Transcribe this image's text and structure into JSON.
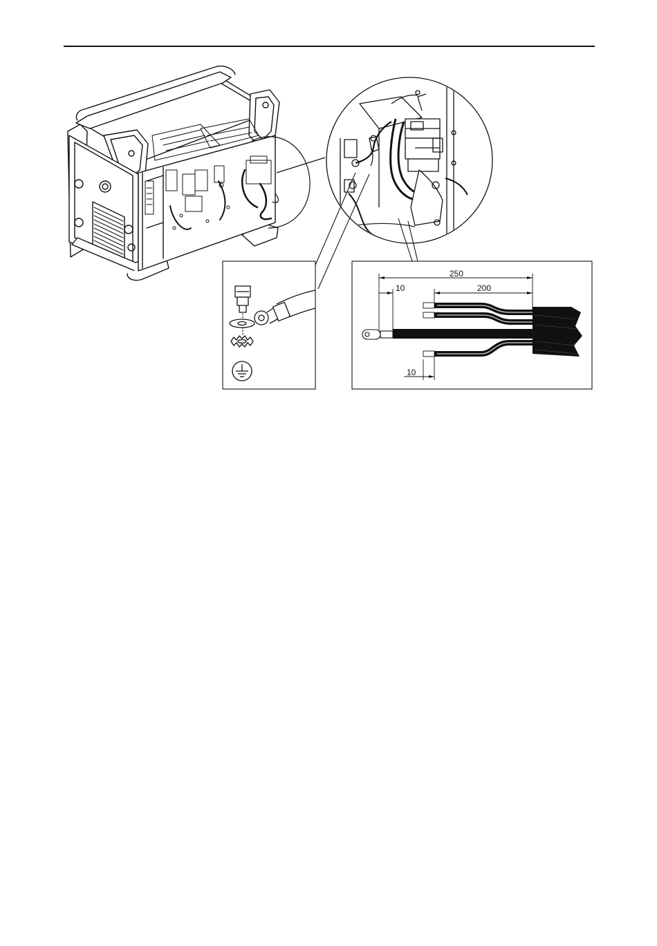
{
  "figure": {
    "dimensions": {
      "overall": "250",
      "tail": "200",
      "lug": "10",
      "stagger": "10"
    },
    "symbols": {
      "ground": "ground-icon"
    }
  }
}
